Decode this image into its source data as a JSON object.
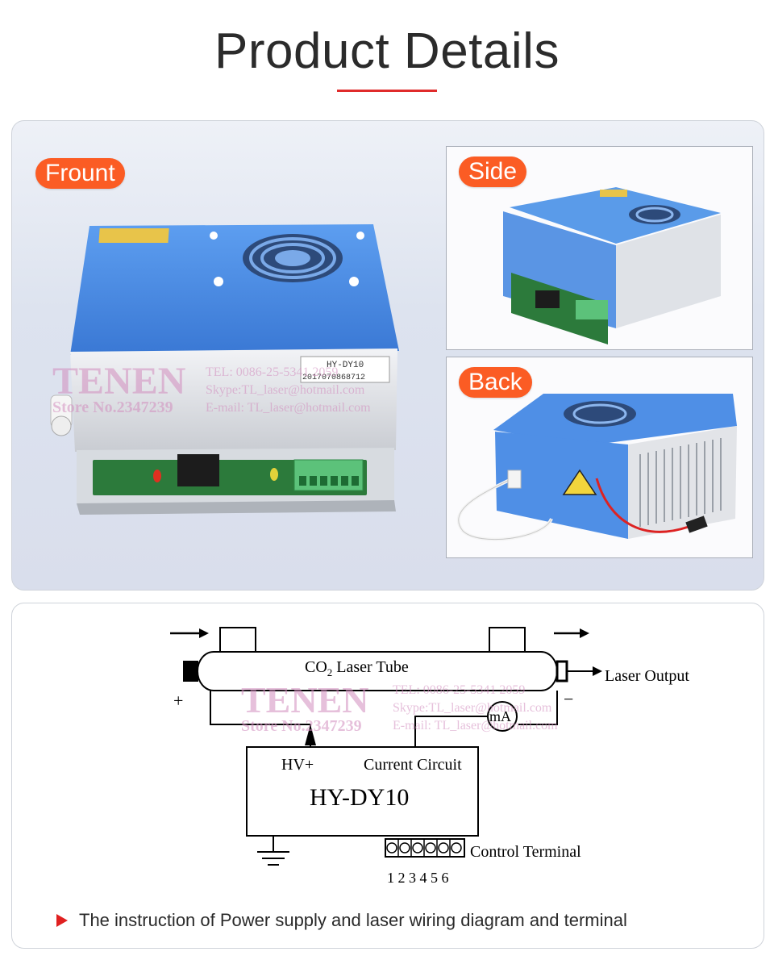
{
  "page": {
    "title": "Product Details"
  },
  "photos": {
    "front_label": "Frount",
    "side_label": "Side",
    "back_label": "Back",
    "model_sticker": "HY-DY10",
    "serial": "2017070868712"
  },
  "watermark": {
    "brand": "TENEN",
    "store": "Store No.2347239",
    "tel": "TEL: 0086-25-5341 2059",
    "skype": "Skype:TL_laser@hotmail.com",
    "email": "E-mail: TL_laser@hotmail.com"
  },
  "diagram": {
    "tube_label": "CO",
    "tube_label_sub": "2",
    "tube_label_rest": " Laser Tube",
    "laser_output": "Laser Output",
    "plus": "+",
    "minus": "−",
    "meter": "mA",
    "hv_label": "HV+",
    "current_label": "Current Circuit",
    "model": "HY-DY10",
    "control_terminal": "Control Terminal",
    "terminal_numbers": "1 2 3 4 5 6"
  },
  "caption": "The instruction of Power supply and laser wiring diagram and terminal",
  "colors": {
    "accent_red": "#e02b2b",
    "pill_orange": "#fb5c24",
    "psu_blue": "#4f8fe6"
  }
}
